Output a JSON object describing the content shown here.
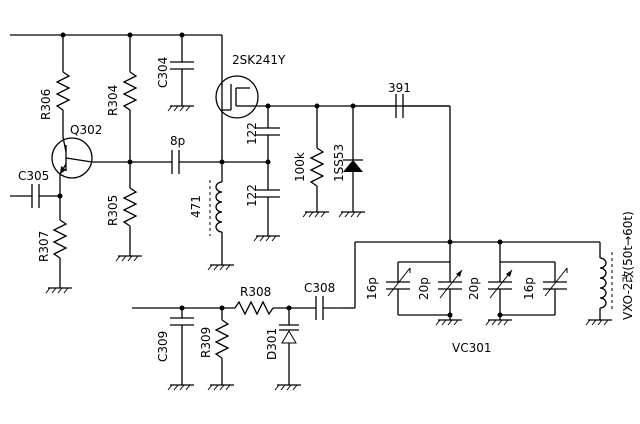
{
  "labels": {
    "r306": "R306",
    "r304": "R304",
    "c304": "C304",
    "q302": "Q302",
    "c305": "C305",
    "r305": "R305",
    "r307": "R307",
    "fet": "2SK241Y",
    "c_8p": "8p",
    "c_122a": "122",
    "c_122b": "122",
    "r_100k": "100k",
    "d_1ss53": "1SS53",
    "c_391": "391",
    "l_471": "471",
    "r308": "R308",
    "c308": "C308",
    "c309": "C309",
    "r309": "R309",
    "d301": "D301",
    "vc_16p_a": "16p",
    "vc_20p_a": "20p",
    "vc_20p_b": "20p",
    "vc_16p_b": "16p",
    "vc301": "VC301",
    "vxo_coil": "VXO-2改(50t→60t)"
  }
}
